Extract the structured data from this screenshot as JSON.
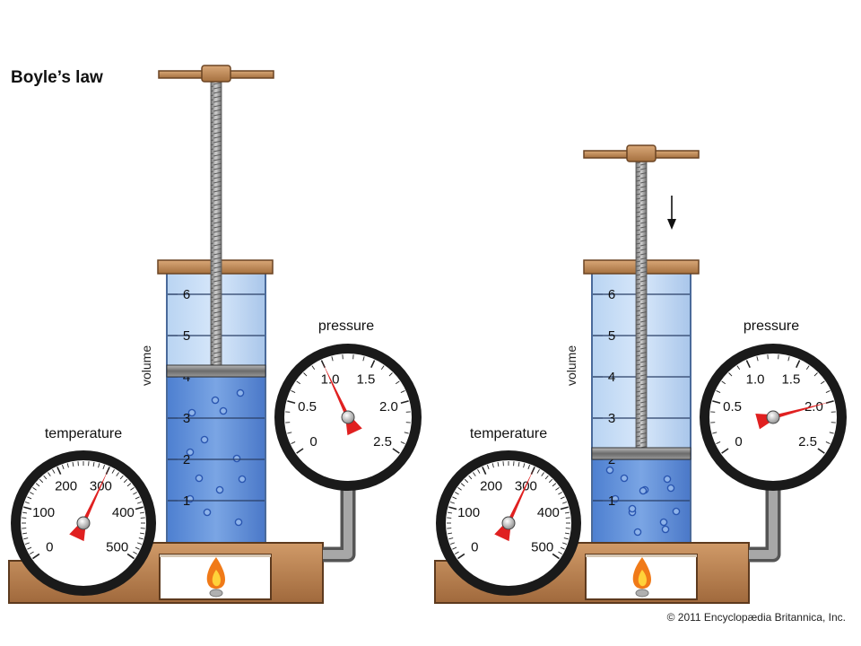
{
  "title": "Boyle’s law",
  "copyright": "© 2011 Encyclopædia Britannica, Inc.",
  "labels": {
    "volume": "volume",
    "pressure": "pressure",
    "temperature": "temperature"
  },
  "volume_scale": [
    "1",
    "2",
    "3",
    "4",
    "5",
    "6"
  ],
  "pressure_scale": [
    "0",
    "0.5",
    "1.0",
    "1.5",
    "2.0",
    "2.5"
  ],
  "temperature_scale": [
    "0",
    "100",
    "200",
    "300",
    "400",
    "500"
  ],
  "colors": {
    "liquid": "#5f8ed8",
    "wood": "#b57a4a",
    "needle": "#e02020",
    "metal": "#9a9a9a"
  },
  "states": [
    {
      "name": "",
      "volume": 4,
      "pressure": 1.0,
      "temperature": 300
    },
    {
      "name": "",
      "volume": 2,
      "pressure": 2.0,
      "temperature": 300
    }
  ]
}
